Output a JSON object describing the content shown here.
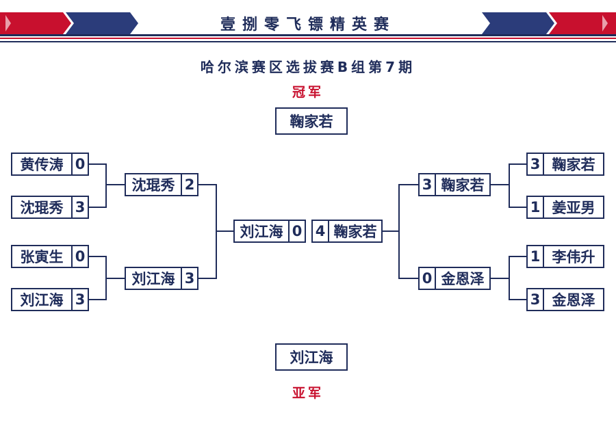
{
  "header": {
    "title": "壹捌零飞镖精英赛",
    "subtitle": "哈尔滨赛区选拔赛B组第7期"
  },
  "colors": {
    "navy": "#1f2c5a",
    "red": "#c8102e"
  },
  "champion": {
    "label": "冠军",
    "name": "鞠家若"
  },
  "runner_up": {
    "label": "亚军",
    "name": "刘江海"
  },
  "left": {
    "r1": [
      {
        "name": "黄传涛",
        "score": "0"
      },
      {
        "name": "沈琨秀",
        "score": "3"
      },
      {
        "name": "张寅生",
        "score": "0"
      },
      {
        "name": "刘江海",
        "score": "3"
      }
    ],
    "r2": [
      {
        "name": "沈琨秀",
        "score": "2"
      },
      {
        "name": "刘江海",
        "score": "3"
      }
    ],
    "final": {
      "name": "刘江海",
      "score": "0"
    }
  },
  "right": {
    "r1": [
      {
        "name": "鞠家若",
        "score": "3"
      },
      {
        "name": "姜亚男",
        "score": "1"
      },
      {
        "name": "李伟升",
        "score": "1"
      },
      {
        "name": "金恩泽",
        "score": "3"
      }
    ],
    "r2": [
      {
        "name": "鞠家若",
        "score": "3"
      },
      {
        "name": "金恩泽",
        "score": "0"
      }
    ],
    "final": {
      "name": "鞠家若",
      "score": "4"
    }
  }
}
